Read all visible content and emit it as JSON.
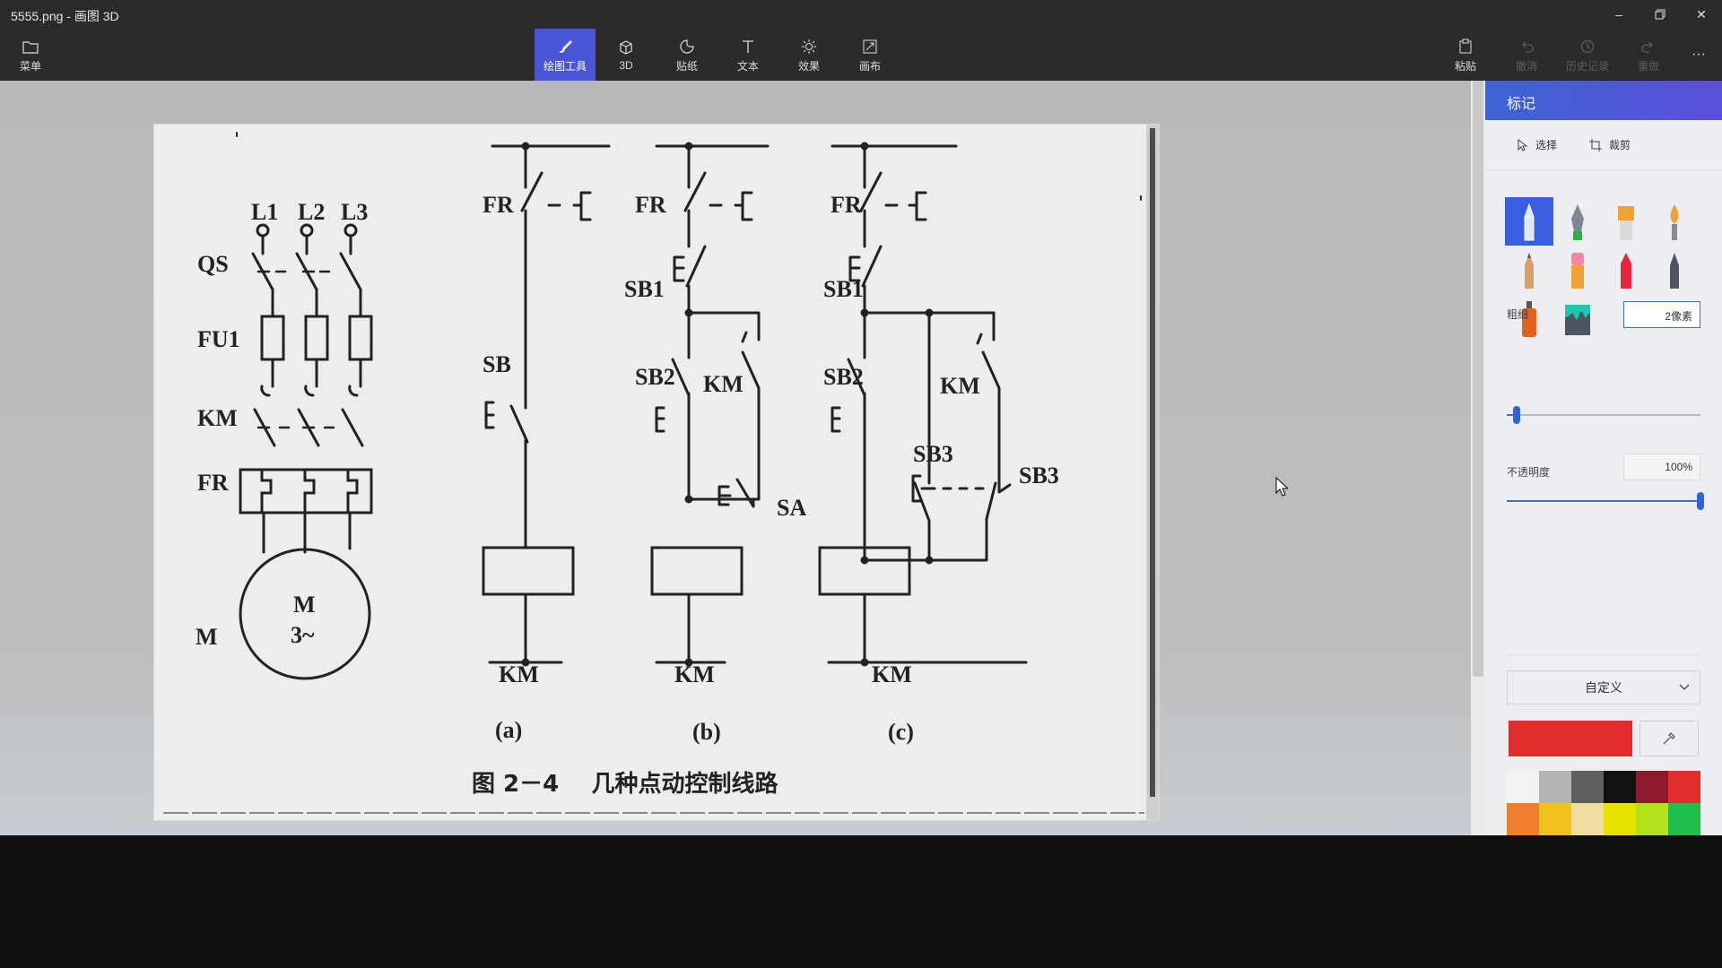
{
  "window": {
    "title": "5555.png - 画图 3D",
    "buttons": [
      "minimize",
      "restore",
      "close"
    ]
  },
  "toolbar": {
    "menu_label": "菜单",
    "tools": [
      {
        "label": "绘图工具",
        "icon": "brush-icon",
        "active": true
      },
      {
        "label": "3D",
        "icon": "cube-icon"
      },
      {
        "label": "贴纸",
        "icon": "sticker-icon"
      },
      {
        "label": "文本",
        "icon": "text-icon"
      },
      {
        "label": "效果",
        "icon": "effects-icon"
      },
      {
        "label": "画布",
        "icon": "canvas-icon"
      }
    ],
    "right_tools": [
      {
        "label": "粘贴",
        "icon": "paste-icon",
        "enabled": true
      },
      {
        "label": "撤消",
        "icon": "undo-icon",
        "enabled": false
      },
      {
        "label": "历史记录",
        "icon": "history-icon",
        "enabled": false
      },
      {
        "label": "重做",
        "icon": "redo-icon",
        "enabled": false
      }
    ],
    "more_label": "···"
  },
  "diagram": {
    "power_labels": [
      "L1",
      "L2",
      "L3"
    ],
    "left_labels": {
      "qs": "QS",
      "fu1": "FU1",
      "km": "KM",
      "fr": "FR",
      "m": "M"
    },
    "motor": {
      "line1": "M",
      "line2": "3~"
    },
    "circuit_a": {
      "fr": "FR",
      "sb": "SB",
      "coil": "KM",
      "caption": "(a)"
    },
    "circuit_b": {
      "fr": "FR",
      "sb1": "SB1",
      "sb2": "SB2",
      "km": "KM",
      "sa": "SA",
      "coil": "KM",
      "caption": "(b)"
    },
    "circuit_c": {
      "fr": "FR",
      "sb1": "SB1",
      "sb2": "SB2",
      "km": "KM",
      "sb3a": "SB3",
      "sb3b": "SB3",
      "coil": "KM",
      "caption": "(c)"
    },
    "figure_caption": "图 2－4    几种点动控制线路"
  },
  "panel": {
    "header": "标记",
    "select_label": "选择",
    "crop_label": "裁剪",
    "brushes": [
      "marker-icon",
      "calligraphy-pen-icon",
      "oil-brush-icon",
      "watercolor-icon",
      "pencil-icon",
      "eraser-icon",
      "crayon-icon",
      "pixel-pen-icon",
      "spray-can-icon",
      "fill-icon"
    ],
    "thickness_label": "粗细",
    "thickness_value": "2像素",
    "thickness_fraction": 0.05,
    "opacity_label": "不透明度",
    "opacity_value": "100%",
    "opacity_fraction": 1.0,
    "color_mode": "自定义",
    "current_color": "#e32c2d",
    "palette": [
      "#f2f2f2",
      "#b4b4b4",
      "#5f5f5f",
      "#111111",
      "#8c1a2c",
      "#e32c2d",
      "#ef7f2f",
      "#f0c01e",
      "#efdca0",
      "#e8e000",
      "#b2e21c",
      "#1fbf4b"
    ]
  }
}
